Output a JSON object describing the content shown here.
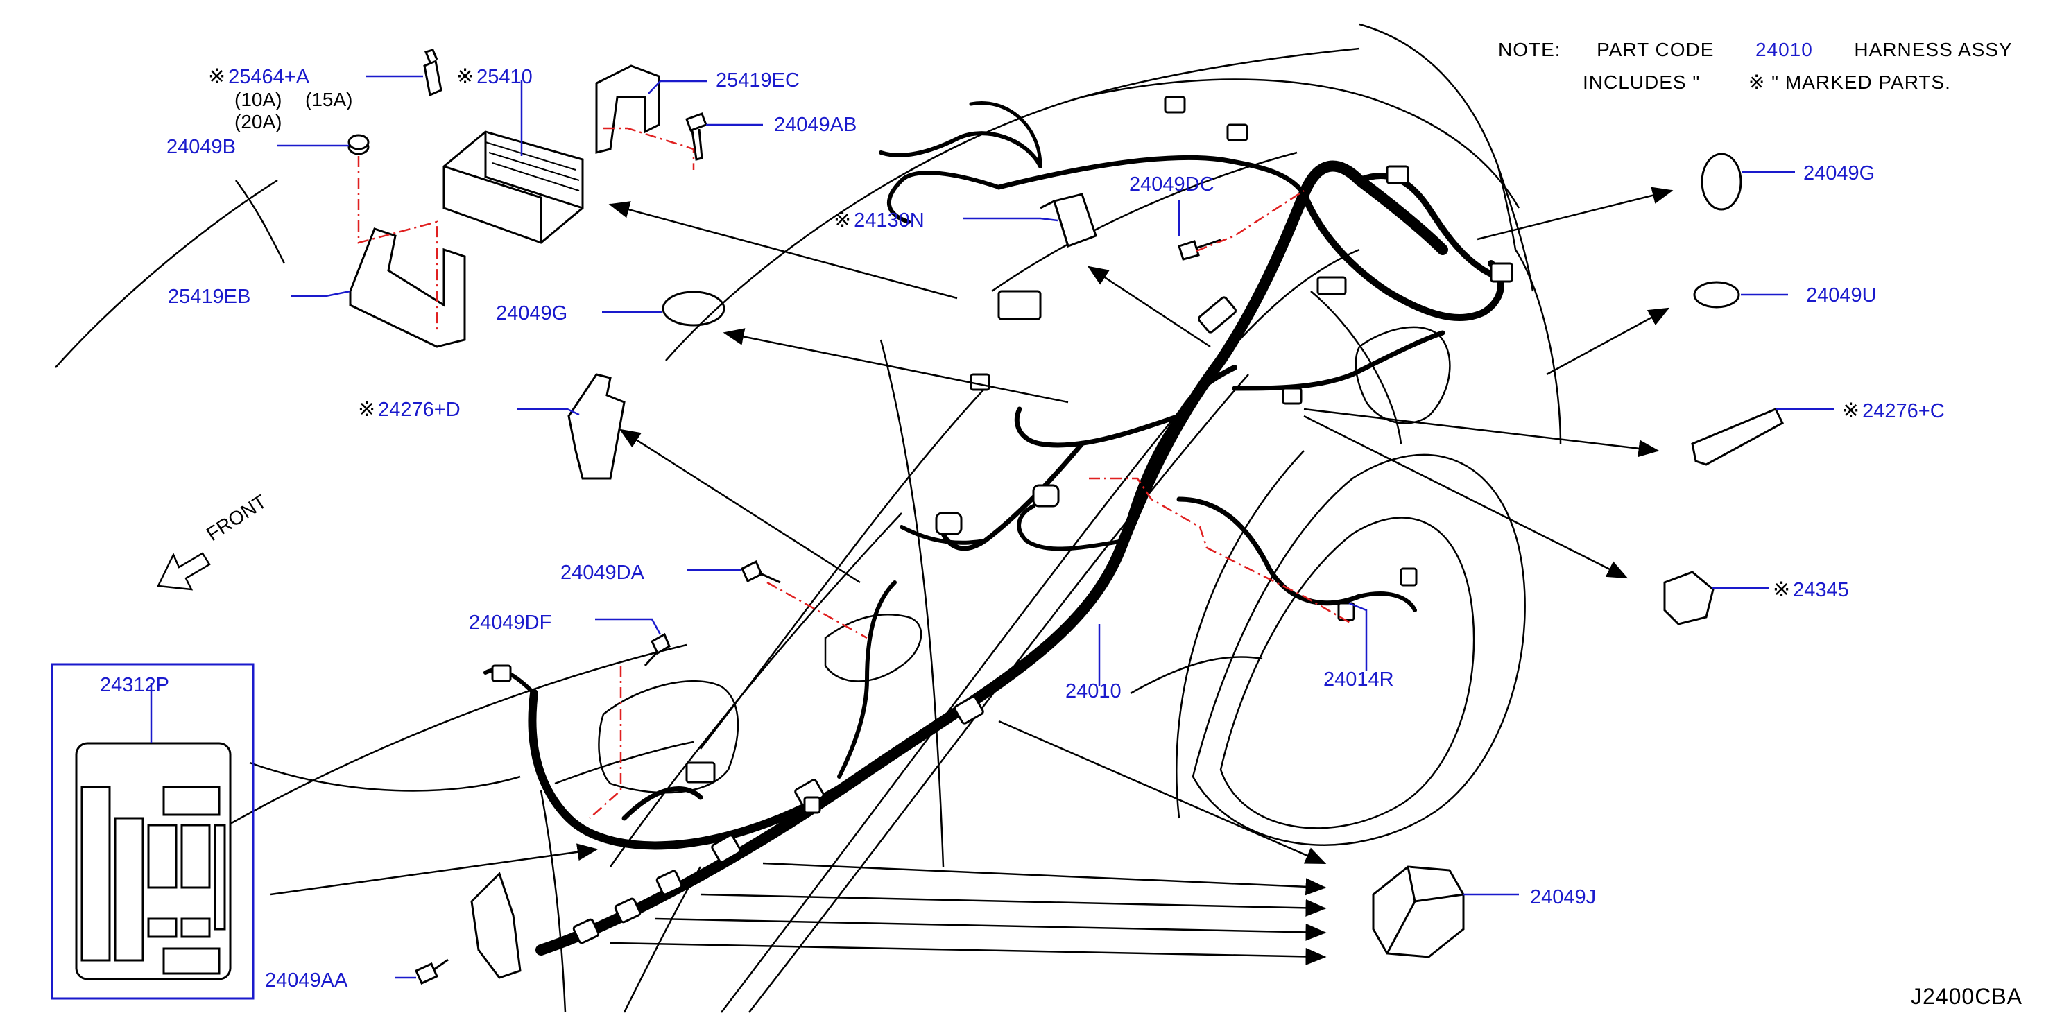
{
  "note": {
    "prefix": "NOTE:",
    "part_code_label": "PART CODE",
    "part_code_value": "24010",
    "harness_label": "HARNESS ASSY",
    "line2_start": "INCLUDES \"",
    "mark": "※",
    "line2_end": "\" MARKED PARTS."
  },
  "mark_symbol": "※",
  "front_label": "FRONT",
  "diagram_code": "J2400CBA",
  "fuse_ratings": [
    "(10A)",
    "(15A)",
    "(20A)"
  ],
  "callouts": {
    "p25464a": "25464+A",
    "p25410": "25410",
    "p25419ec": "25419EC",
    "p24049ab": "24049AB",
    "p24049b": "24049B",
    "p25419eb": "25419EB",
    "p24049g_left": "24049G",
    "p24276d": "24276+D",
    "p24130n": "24130N",
    "p24049dc": "24049DC",
    "p24049g_right": "24049G",
    "p24049u": "24049U",
    "p24276c": "24276+C",
    "p24345": "24345",
    "p24049da": "24049DA",
    "p24049df": "24049DF",
    "p24312p": "24312P",
    "p24010": "24010",
    "p24014r": "24014R",
    "p24049j": "24049J",
    "p24049aa": "24049AA"
  },
  "colors": {
    "callout_text": "#1a1acc",
    "leader_line": "#1a1acc",
    "lock_line": "#e02020",
    "outline": "#000000"
  }
}
